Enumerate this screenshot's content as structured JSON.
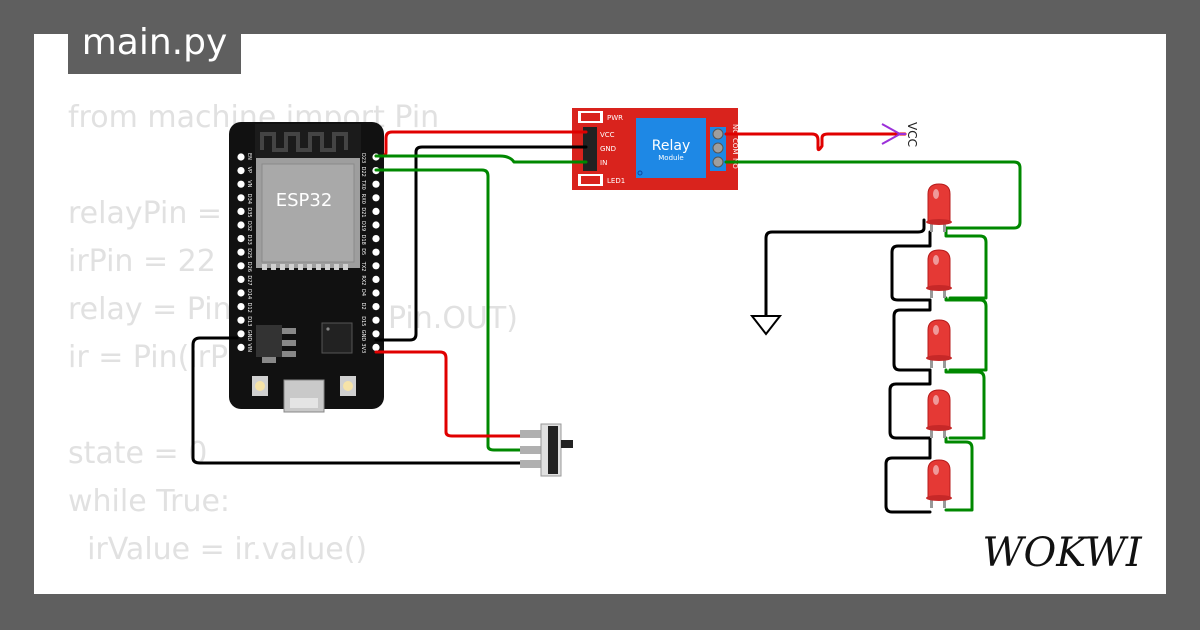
{
  "editor": {
    "file_tab": "main.py",
    "code_lines": [
      "from machine import Pin",
      "",
      "relayPin = ",
      "irPin = 22",
      "relay = Pin",
      "ir = Pin(irPi",
      "",
      "state = 0",
      "while True:",
      "  irValue = ir.value()"
    ],
    "code_partial": "Pin.OUT)"
  },
  "esp32": {
    "chip_label": "ESP32",
    "left_pins": [
      "EN",
      "VP",
      "VN",
      "D34",
      "D35",
      "D32",
      "D33",
      "D25",
      "D26",
      "D27",
      "D14",
      "D12",
      "D13",
      "GND",
      "VIN"
    ],
    "right_pins": [
      "D23",
      "D22",
      "TX0",
      "RX0",
      "D21",
      "D19",
      "D18",
      "D5",
      "TX2",
      "RX2",
      "D4",
      "D2",
      "D15",
      "GND",
      "3V3"
    ]
  },
  "relay_module": {
    "title": "Relay",
    "subtitle": "Module",
    "pin_labels": [
      "VCC",
      "GND",
      "IN"
    ],
    "output_labels": [
      "NC",
      "COM",
      "NO"
    ],
    "pwr_label": "PWR",
    "led_label": "LED1"
  },
  "vcc_label": "VCC",
  "led_count": 5,
  "brand": "WOKWI",
  "colors": {
    "background": "#5f5f5f",
    "canvas": "#ffffff",
    "wire_red": "#e00000",
    "wire_black": "#000000",
    "wire_green": "#008800",
    "vcc_arrow": "#9b30d9",
    "relay_board": "#d9231d",
    "relay_cube": "#1e88e5",
    "led": "#e53935"
  }
}
